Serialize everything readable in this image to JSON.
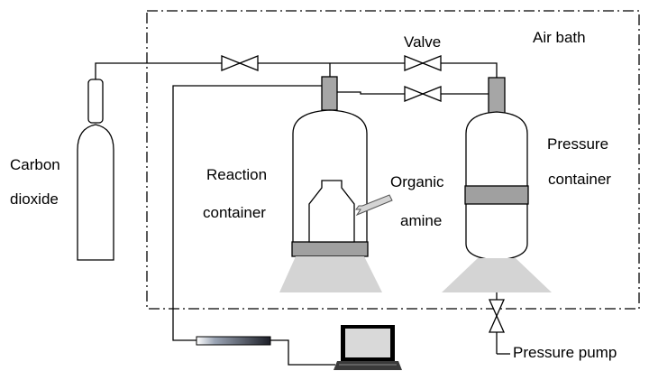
{
  "labels": {
    "valve": "Valve",
    "air_bath": "Air bath",
    "carbon": "Carbon",
    "dioxide": "dioxide",
    "reaction": "Reaction",
    "container_left": "container",
    "organic": "Organic",
    "amine": "amine",
    "pressure": "Pressure",
    "container_right": "container",
    "pressure_pump": "Pressure pump"
  },
  "colors": {
    "line": "#000000",
    "fitting_gray": "#a6a6a6",
    "band_gray": "#a0a0a0",
    "base_gray": "#d4d4d4"
  },
  "icons": [
    "gas-cylinder-icon",
    "valve-icon",
    "laptop-icon",
    "pressure-sensor-icon"
  ]
}
